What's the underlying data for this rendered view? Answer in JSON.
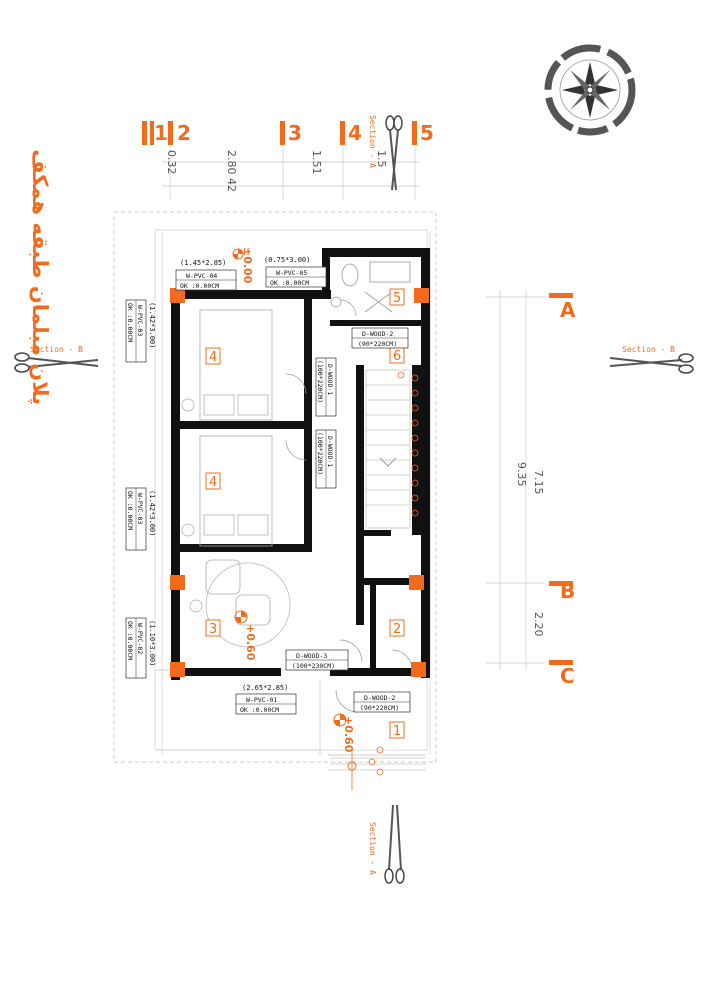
{
  "title": "پلان مبلمان طبقه همکف",
  "grid_axes": {
    "vertical": [
      "1",
      "2",
      "3",
      "4",
      "5"
    ],
    "horizontal": [
      "A",
      "B",
      "C"
    ]
  },
  "dimensions": {
    "top_small": "0.32",
    "top_a": "2.80",
    "top_b": "42",
    "top_c": "1.51",
    "top_d": "1.5",
    "right_a": "7.15",
    "right_b": "9.35",
    "right_c": "2.20"
  },
  "sections": {
    "a_top": "Section - A",
    "a_bottom": "Section - A",
    "b_left": "Section - B",
    "b_right": "Section - B"
  },
  "windows": [
    {
      "size": "(1.45*2.85)",
      "name": "W-PVC-04",
      "ok": "OK :0.00CM"
    },
    {
      "size": "(0.75*3.00)",
      "name": "W-PVC-05",
      "ok": "OK :0.00CM"
    },
    {
      "size": "(1.42*3.00)",
      "name": "W-PVC-03",
      "ok": "OK :0.00CM"
    },
    {
      "size": "(1.42*3.00)",
      "name": "W-PVC-03",
      "ok": "OK :0.00CM"
    },
    {
      "size": "(1.10*3.00)",
      "name": "W-PVC-02",
      "ok": "OK :0.00CM"
    },
    {
      "size": "(2.65*2.85)",
      "name": "W-PVC-01",
      "ok": "OK :0.00CM"
    }
  ],
  "doors": [
    {
      "name": "D-WOOD-2",
      "size": "(90*220CM)"
    },
    {
      "name": "D-WOOD-1",
      "size": "(100*220CM)"
    },
    {
      "name": "D-WOOD-1",
      "size": "(100*220CM)"
    },
    {
      "name": "D-WOOD-3",
      "size": "(100*230CM)"
    },
    {
      "name": "D-WOOD-2",
      "size": "(90*220CM)"
    }
  ],
  "rooms": [
    "5",
    "6",
    "4",
    "4",
    "3",
    "2",
    "1"
  ],
  "levels": [
    "±0.00",
    "+0.60",
    "+0.60"
  ],
  "colors": {
    "accent": "#f26b1d",
    "wall": "#111111",
    "line": "#999999"
  },
  "icons": [
    "compass-rose-icon",
    "section-cut-scissors-icon",
    "level-marker-icon"
  ]
}
